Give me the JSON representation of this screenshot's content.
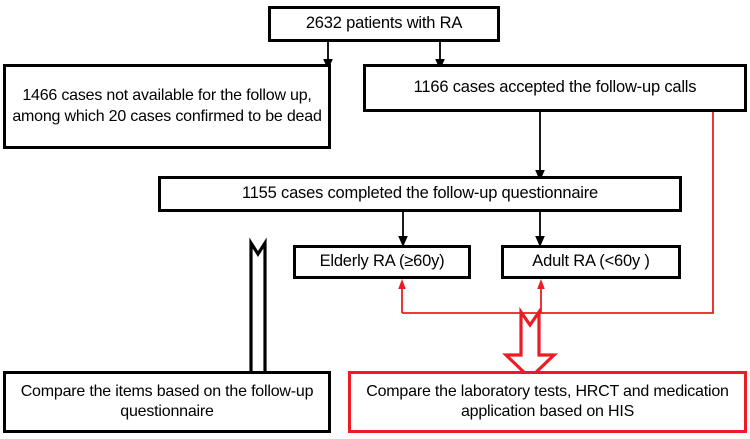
{
  "diagram": {
    "title": "RA patient follow-up study flowchart",
    "colors": {
      "black": "#000000",
      "red": "#ed1c24",
      "background": "#ffffff"
    },
    "nodes": {
      "total_patients": "2632 patients with RA",
      "not_available": "1466 cases not available for the follow up, among which 20 cases confirmed to be dead",
      "accepted_calls": "1166 cases accepted the follow-up calls",
      "completed_questionnaire": "1155 cases completed the follow-up questionnaire",
      "elderly_ra": "Elderly RA (≥60y)",
      "adult_ra": "Adult RA (<60y )",
      "compare_items": "Compare the items based on the follow-up questionnaire",
      "compare_labs": "Compare the laboratory tests, HRCT and medication application based on HIS"
    },
    "node_lines": {
      "not_available": [
        "1466 cases not available for the",
        "follow up, among which 20 cases",
        "confirmed to be dead"
      ],
      "compare_items": [
        "Compare the items based on the",
        "follow-up questionnaire"
      ],
      "compare_labs": [
        "Compare the laboratory tests, HRCT and",
        "medication application based on HIS"
      ]
    },
    "edges": [
      {
        "id": "total-to-not-available",
        "from": "total_patients",
        "to": "not_available",
        "style": "black-thin-arrow"
      },
      {
        "id": "total-to-accepted",
        "from": "total_patients",
        "to": "accepted_calls",
        "style": "black-thin-arrow"
      },
      {
        "id": "accepted-to-completed",
        "from": "accepted_calls",
        "to": "completed_questionnaire",
        "style": "black-thin-arrow"
      },
      {
        "id": "completed-to-elderly",
        "from": "completed_questionnaire",
        "to": "elderly_ra",
        "style": "black-thin-arrow"
      },
      {
        "id": "completed-to-adult",
        "from": "completed_questionnaire",
        "to": "adult_ra",
        "style": "black-thin-arrow"
      },
      {
        "id": "accepted-to-elderly-red",
        "from": "accepted_calls",
        "to": "elderly_ra",
        "style": "red-thin-arrow"
      },
      {
        "id": "accepted-to-adult-red",
        "from": "accepted_calls",
        "to": "adult_ra",
        "style": "red-thin-arrow"
      },
      {
        "id": "questionnaire-to-compare-items",
        "from": "completed_questionnaire",
        "to": "compare_items",
        "style": "black-block-arrow"
      },
      {
        "id": "ra-groups-to-compare-labs",
        "from": "red_bus",
        "to": "compare_labs",
        "style": "red-block-arrow"
      }
    ]
  }
}
